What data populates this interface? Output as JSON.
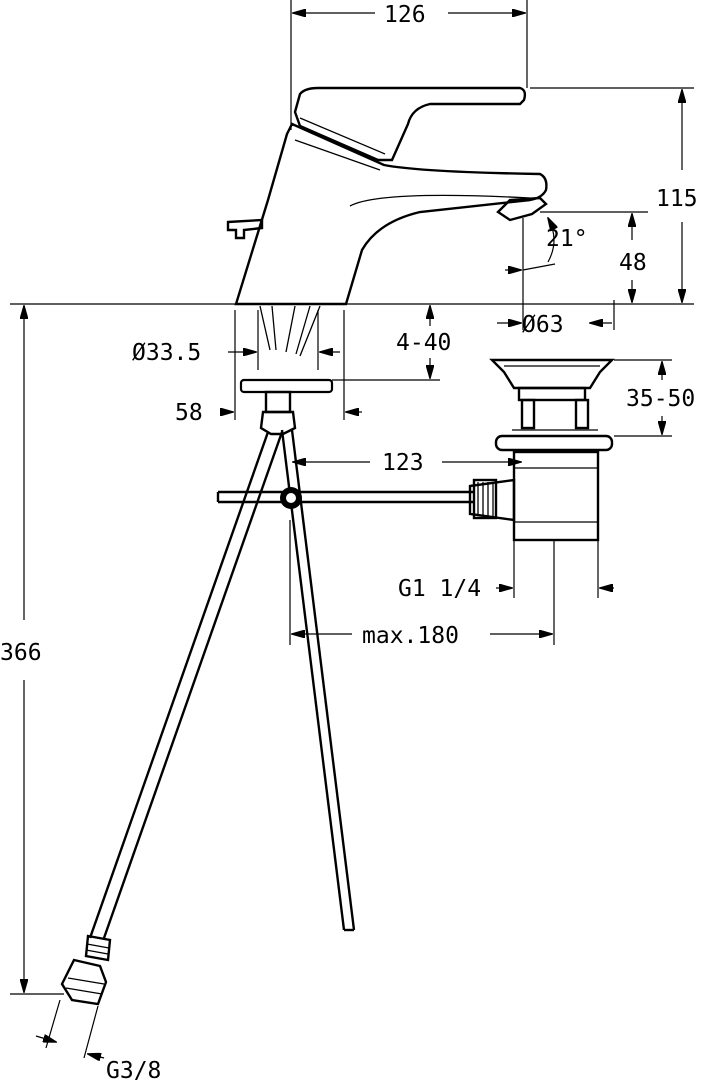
{
  "dimensions": {
    "overall_width": "126",
    "overall_height": "115",
    "spout_height": "48",
    "spout_angle": "21°",
    "hole_diameter": "Ø33.5",
    "deck_thickness": "4-40",
    "base_diameter": "58",
    "waste_flange_diameter": "Ø63",
    "waste_adjust": "35-50",
    "tap_to_waste": "123",
    "waste_thread": "G1 1/4",
    "rod_length": "max.180",
    "total_height": "366",
    "hose_connection": "G3/8"
  }
}
